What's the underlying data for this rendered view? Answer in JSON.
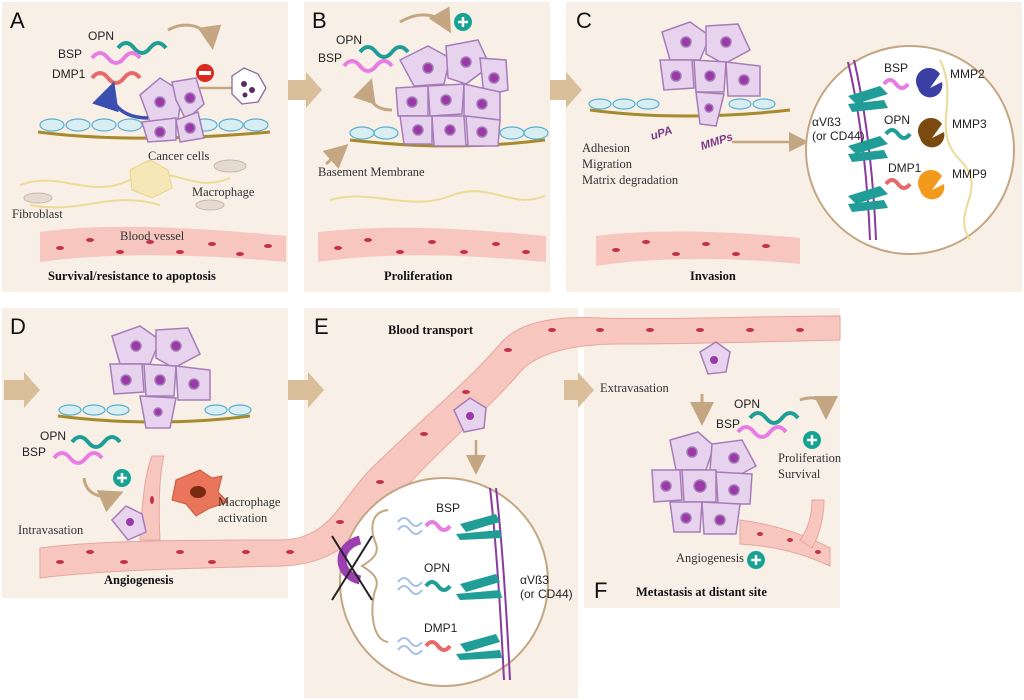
{
  "panels": {
    "a": {
      "letter": "A",
      "caption": "Survival/resistance to apoptosis",
      "proteins": [
        "OPN",
        "BSP",
        "DMP1"
      ],
      "labels": {
        "cancer_cells": "Cancer cells",
        "macrophage": "Macrophage",
        "fibroblast": "Fibroblast",
        "blood_vessel": "Blood vessel"
      }
    },
    "b": {
      "letter": "B",
      "caption": "Proliferation",
      "proteins": [
        "OPN",
        "BSP"
      ],
      "labels": {
        "basement_membrane": "Basement Membrane"
      }
    },
    "c": {
      "letter": "C",
      "caption": "Invasion",
      "enzymes": [
        "uPA",
        "MMPs"
      ],
      "processes": [
        "Adhesion",
        "Migration",
        "Matrix degradation"
      ],
      "inset": {
        "proteins": [
          "BSP",
          "OPN",
          "DMP1"
        ],
        "mmps": [
          "MMP2",
          "MMP3",
          "MMP9"
        ],
        "receptor": [
          "αVß3",
          "(or CD44)"
        ]
      }
    },
    "d": {
      "letter": "D",
      "caption": "Angiogenesis",
      "proteins": [
        "OPN",
        "BSP"
      ],
      "labels": {
        "intravasation": "Intravasation",
        "macrophage_activation": [
          "Macrophage",
          "activation"
        ]
      }
    },
    "e": {
      "letter": "E",
      "title": "Blood transport",
      "inset": {
        "proteins": [
          "BSP",
          "OPN",
          "DMP1"
        ],
        "receptor": [
          "αVß3",
          "(or CD44)"
        ]
      }
    },
    "f": {
      "letter": "F",
      "caption": "Metastasis at distant site",
      "proteins": [
        "OPN",
        "BSP"
      ],
      "labels": {
        "extravasation": "Extravasation",
        "proliferation": "Proliferation",
        "survival": "Survival",
        "angiogenesis": "Angiogenesis"
      }
    }
  },
  "colors": {
    "panel_bg": "#f8f0e6",
    "cell_fill": "#e8d3ee",
    "cell_stroke": "#a57cb8",
    "nucleus": "#9a3aa6",
    "vessel": "#f7c7bf",
    "vessel_dots": "#c0334a",
    "opn": "#1f9d96",
    "bsp": "#e77ce3",
    "dmp1": "#e66a6a",
    "membrane": "#a88a2e",
    "arrow": "#cfb48e",
    "plus": "#16a394",
    "minus": "#d92b1f",
    "block_arrow": "#9a3fb0"
  },
  "icons": [
    "plus-icon",
    "minus-icon",
    "block-icon",
    "arrow-icon"
  ]
}
